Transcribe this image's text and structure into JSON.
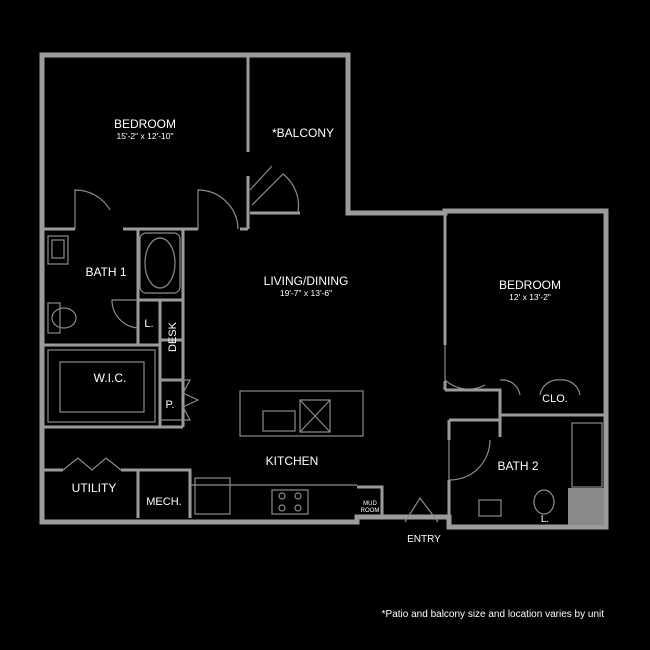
{
  "colors": {
    "background": "#000000",
    "wall": "#9b9b9b",
    "fixture_line": "#8c8c8c",
    "label": "#ffffff",
    "bath2_shower": "#8a8a8a"
  },
  "rooms": {
    "bedroom1": {
      "name": "BEDROOM",
      "size": "15'-2\" x 12'-10\""
    },
    "balcony": {
      "name": "*BALCONY"
    },
    "bath1": {
      "name": "BATH  1"
    },
    "living": {
      "name": "LIVING/DINING",
      "size": "19'-7\" x 13'-6\""
    },
    "bedroom2": {
      "name": "BEDROOM",
      "size": "12' x 13'-2\""
    },
    "linen1": {
      "name": "L."
    },
    "desk": {
      "name": "DESK"
    },
    "wic": {
      "name": "W.I.C."
    },
    "pantry": {
      "name": "P."
    },
    "closet2": {
      "name": "CLO."
    },
    "kitchen": {
      "name": "KITCHEN"
    },
    "bath2": {
      "name": "BATH 2"
    },
    "utility": {
      "name": "UTILITY"
    },
    "mech": {
      "name": "MECH."
    },
    "mudroom": {
      "line1": "MUD",
      "line2": "ROOM"
    },
    "linen2": {
      "name": "L."
    },
    "entry": {
      "name": "ENTRY"
    }
  },
  "footnote": "*Patio and balcony size and location varies by unit"
}
